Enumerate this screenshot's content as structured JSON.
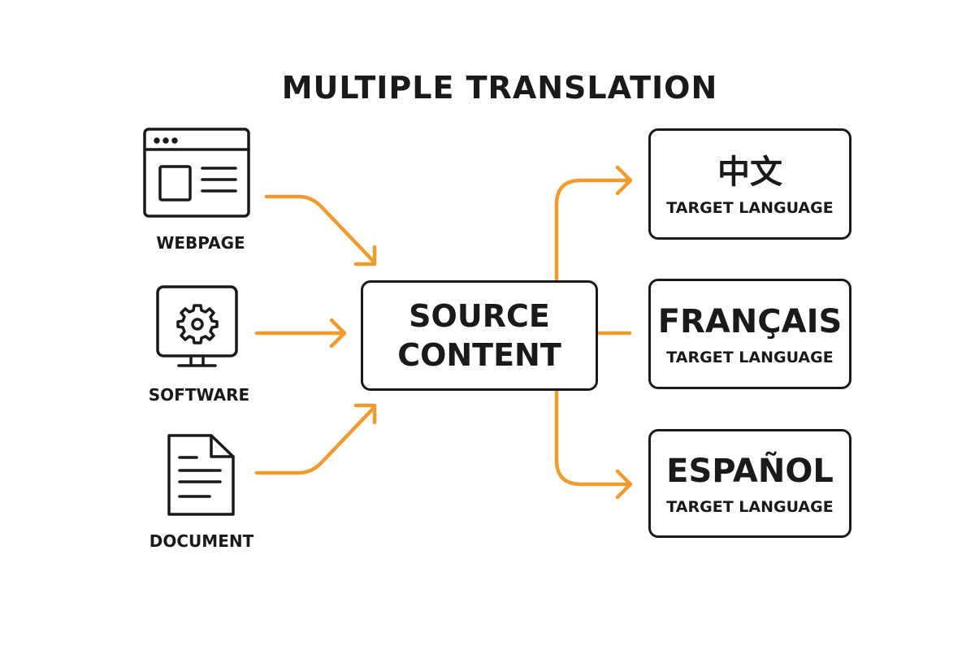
{
  "title": "MULTIPLE TRANSLATION",
  "colors": {
    "arrow": "#F39A2D",
    "stroke": "#1a1a1a"
  },
  "sources": [
    {
      "label": "WEBPAGE",
      "icon": "webpage-icon"
    },
    {
      "label": "SOFTWARE",
      "icon": "monitor-gear-icon"
    },
    {
      "label": "DOCUMENT",
      "icon": "document-icon"
    }
  ],
  "center": {
    "line1": "SOURCE",
    "line2": "CONTENT"
  },
  "targets": [
    {
      "language": "中文",
      "caption": "TARGET LANGUAGE"
    },
    {
      "language": "FRANÇAIS",
      "caption": "TARGET LANGUAGE"
    },
    {
      "language": "ESPAÑOL",
      "caption": "TARGET LANGUAGE"
    }
  ]
}
